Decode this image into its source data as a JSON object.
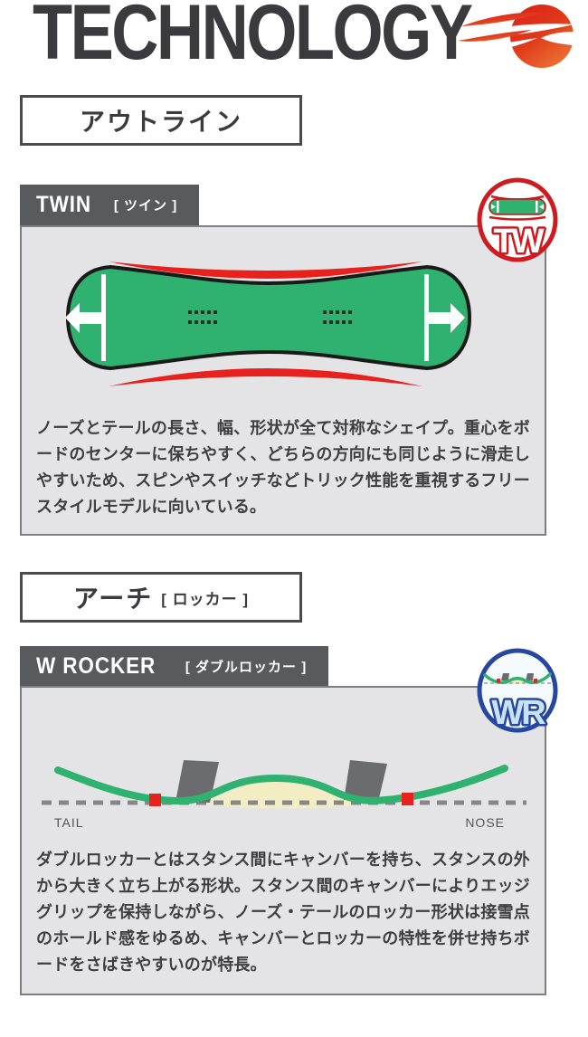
{
  "page": {
    "title": "TECHNOLOGY"
  },
  "colors": {
    "title_text": "#3B3B3D",
    "tab_background": "#595A5C",
    "card_background": "#E4E4E6",
    "card_border": "#7D7E80",
    "body_text": "#3E3E40",
    "board_green": "#2FB170",
    "accent_red": "#E8211D",
    "badge_red": "#CE1B20",
    "badge_blue": "#25479F",
    "camber_yellow": "#F2EDC3",
    "logo_red_gradient": [
      "#DC1E18",
      "#EC7030"
    ]
  },
  "sections": [
    {
      "heading": "アウトライン",
      "heading_sub": "",
      "card": {
        "tab_label": "TWIN",
        "tab_sub": "[ ツイン ]",
        "badge_label": "TW",
        "diagram": {
          "type": "twin-outline-top-view"
        },
        "description": "ノーズとテールの長さ、幅、形状が全て対称なシェイプ。重心をボードのセンターに保ちやすく、どちらの方向にも同じように滑走しやすいため、スピンやスイッチなどトリック性能を重視するフリースタイルモデルに向いている。"
      }
    },
    {
      "heading": "アーチ",
      "heading_sub": "[ ロッカー ]",
      "card": {
        "tab_label": "W ROCKER",
        "tab_sub": "[ ダブルロッカー ]",
        "badge_label": "WR",
        "diagram": {
          "type": "w-rocker-side-profile",
          "tail_label": "TAIL",
          "nose_label": "NOSE"
        },
        "description": "ダブルロッカーとはスタンス間にキャンバーを持ち、スタンスの外から大きく立ち上がる形状。スタンス間のキャンバーによりエッジグリップを保持しながら、ノーズ・テールのロッカー形状は接雪点のホールド感をゆるめ、キャンバーとロッカーの特性を併せ持ちボードをさばきやすいのが特長。"
      }
    }
  ]
}
